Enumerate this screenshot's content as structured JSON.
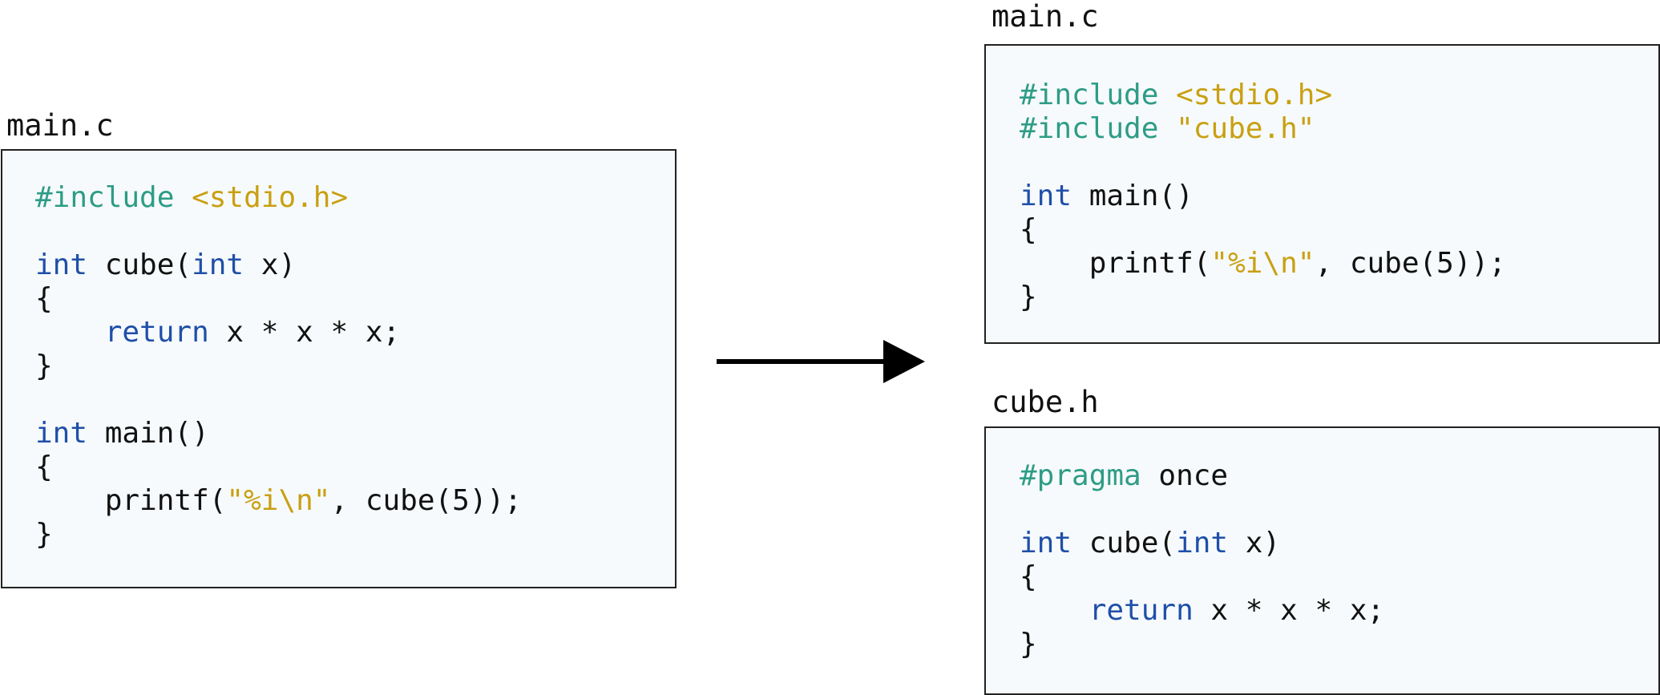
{
  "left_file": {
    "name": "main.c",
    "lines": [
      [
        {
          "t": "pre",
          "v": "#include "
        },
        {
          "t": "str",
          "v": "<stdio.h>"
        }
      ],
      [],
      [
        {
          "t": "kw",
          "v": "int"
        },
        {
          "t": "id",
          "v": " cube("
        },
        {
          "t": "kw",
          "v": "int"
        },
        {
          "t": "id",
          "v": " x)"
        }
      ],
      [
        {
          "t": "id",
          "v": "{"
        }
      ],
      [
        {
          "t": "id",
          "v": "    "
        },
        {
          "t": "kw",
          "v": "return"
        },
        {
          "t": "id",
          "v": " x * x * x;"
        }
      ],
      [
        {
          "t": "id",
          "v": "}"
        }
      ],
      [],
      [
        {
          "t": "kw",
          "v": "int"
        },
        {
          "t": "id",
          "v": " main()"
        }
      ],
      [
        {
          "t": "id",
          "v": "{"
        }
      ],
      [
        {
          "t": "id",
          "v": "    printf("
        },
        {
          "t": "str",
          "v": "\"%i\\n\""
        },
        {
          "t": "id",
          "v": ", cube(5));"
        }
      ],
      [
        {
          "t": "id",
          "v": "}"
        }
      ]
    ]
  },
  "right_main_file": {
    "name": "main.c",
    "lines": [
      [
        {
          "t": "pre",
          "v": "#include "
        },
        {
          "t": "str",
          "v": "<stdio.h>"
        }
      ],
      [
        {
          "t": "pre",
          "v": "#include "
        },
        {
          "t": "str",
          "v": "\"cube.h\""
        }
      ],
      [],
      [
        {
          "t": "kw",
          "v": "int"
        },
        {
          "t": "id",
          "v": " main()"
        }
      ],
      [
        {
          "t": "id",
          "v": "{"
        }
      ],
      [
        {
          "t": "id",
          "v": "    printf("
        },
        {
          "t": "str",
          "v": "\"%i\\n\""
        },
        {
          "t": "id",
          "v": ", cube(5));"
        }
      ],
      [
        {
          "t": "id",
          "v": "}"
        }
      ]
    ]
  },
  "right_cube_file": {
    "name": "cube.h",
    "lines": [
      [
        {
          "t": "pre",
          "v": "#pragma"
        },
        {
          "t": "id",
          "v": " once"
        }
      ],
      [],
      [
        {
          "t": "kw",
          "v": "int"
        },
        {
          "t": "id",
          "v": " cube("
        },
        {
          "t": "kw",
          "v": "int"
        },
        {
          "t": "id",
          "v": " x)"
        }
      ],
      [
        {
          "t": "id",
          "v": "{"
        }
      ],
      [
        {
          "t": "id",
          "v": "    "
        },
        {
          "t": "kw",
          "v": "return"
        },
        {
          "t": "id",
          "v": " x * x * x;"
        }
      ],
      [
        {
          "t": "id",
          "v": "}"
        }
      ]
    ]
  },
  "colors": {
    "preprocessor": "#2e9c86",
    "string": "#c9a012",
    "keyword": "#1f4fa8",
    "text": "#111111",
    "box_background": "#f6fafc",
    "border": "#222222"
  },
  "arrow": {
    "icon": "right-arrow-icon"
  }
}
